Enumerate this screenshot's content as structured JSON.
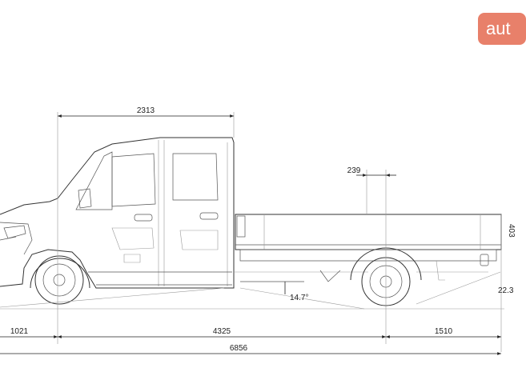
{
  "logo": {
    "text": "aut"
  },
  "dimensions": {
    "cab_length": "2313",
    "axle_offset": "239",
    "front_overhang": "1021",
    "wheelbase": "4325",
    "rear_overhang": "1510",
    "total_length": "6856",
    "side_height": "403",
    "ground_clearance": "22.3",
    "departure_angle": "14.7°"
  },
  "colors": {
    "logo_bg": "#e8806a",
    "line": "#333333"
  }
}
